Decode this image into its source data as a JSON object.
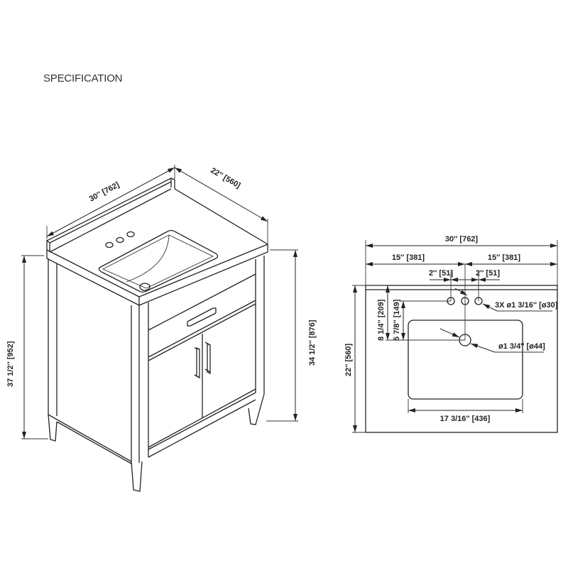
{
  "page": {
    "title": "SPECIFICATION"
  },
  "isometric_view": {
    "dimensions": {
      "width": "30'' [762]",
      "depth": "22'' [560]",
      "overall_height": "37 1/2'' [952]",
      "counter_height": "34 1/2'' [876]"
    },
    "features": [
      "backsplash",
      "vanity top",
      "undermount rectangular sink",
      "3 faucet holes",
      "drawer with bar pull",
      "two doors with bar pulls",
      "tapered legs"
    ]
  },
  "top_view": {
    "dimensions": {
      "overall_width": "30'' [762]",
      "left_half": "15'' [381]",
      "right_half": "15'' [381]",
      "hole_spacing_left": "2'' [51]",
      "hole_spacing_right": "2'' [51]",
      "depth": "22'' [560]",
      "drain_from_back": "8 1/4'' [209]",
      "holes_to_drain": "5 7/8'' [149]",
      "faucet_holes": "3X ø1 3/16'' [ø30]",
      "drain_hole": "ø1 3/4'' [ø44]",
      "sink_width": "17 3/16'' [436]"
    }
  }
}
